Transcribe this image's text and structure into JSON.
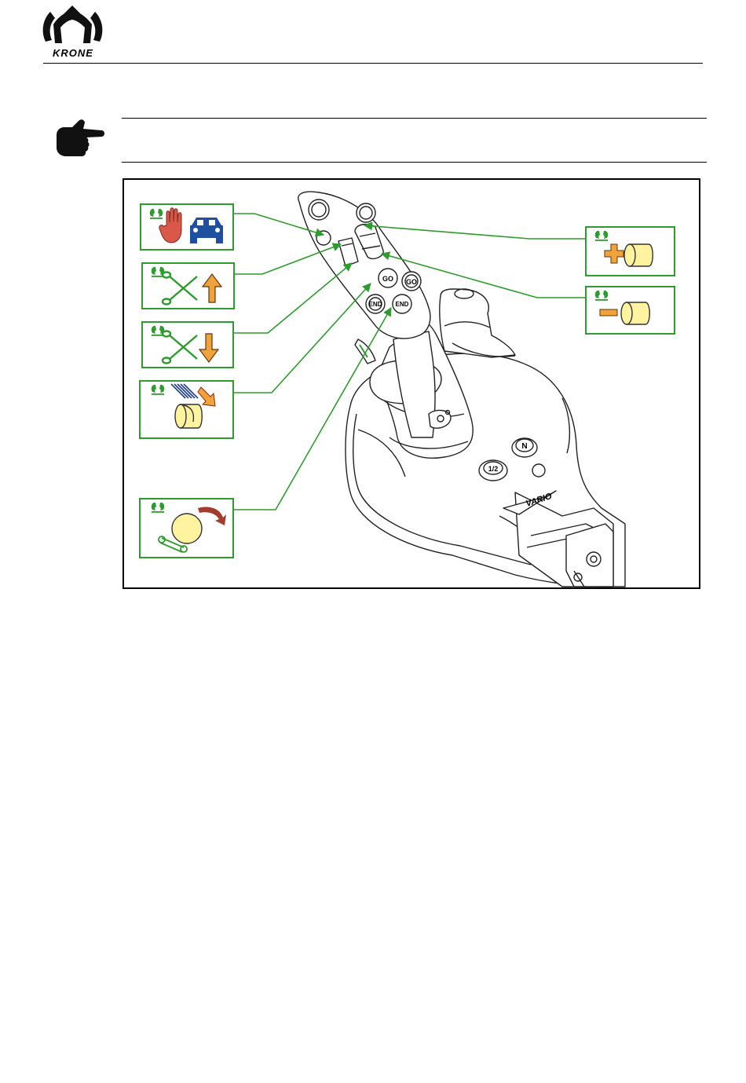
{
  "header": {
    "brand": "KRONE"
  },
  "figure": {
    "labels": {
      "joystick_logo": "VARIO",
      "button_go_1": "GO",
      "button_go_2": "GO",
      "button_end_1": "END",
      "button_end_2": "END",
      "gear_n": "N",
      "gear_12": "1/2"
    },
    "icon_boxes": [
      {
        "name": "manual-drive-mode",
        "icons": [
          "krone-icon",
          "hand-icon",
          "tractor-icon"
        ]
      },
      {
        "name": "knives-raise",
        "icons": [
          "krone-icon",
          "scissors-icon",
          "arrow-up-icon"
        ]
      },
      {
        "name": "knives-lower",
        "icons": [
          "krone-icon",
          "scissors-icon",
          "arrow-down-icon"
        ]
      },
      {
        "name": "bale-net-wrap",
        "icons": [
          "krone-icon",
          "net-lines-icon",
          "bale-icon",
          "arrow-down-right-icon"
        ]
      },
      {
        "name": "bale-eject",
        "icons": [
          "krone-icon",
          "round-bale-icon",
          "curved-arrow-icon",
          "conveyor-icon"
        ]
      },
      {
        "name": "bale-density-increase",
        "icons": [
          "krone-icon",
          "plus-icon",
          "bale-icon"
        ]
      },
      {
        "name": "bale-density-decrease",
        "icons": [
          "krone-icon",
          "minus-icon",
          "bale-icon"
        ]
      }
    ],
    "colors": {
      "frame_green": "#2e9b2e",
      "bale_yellow": "#fff3a0",
      "arrow_orange": "#f2a23a",
      "hand_red": "#d9584a",
      "tractor_blue": "#1f4fa0",
      "eject_arrow": "#a23c2c"
    }
  }
}
